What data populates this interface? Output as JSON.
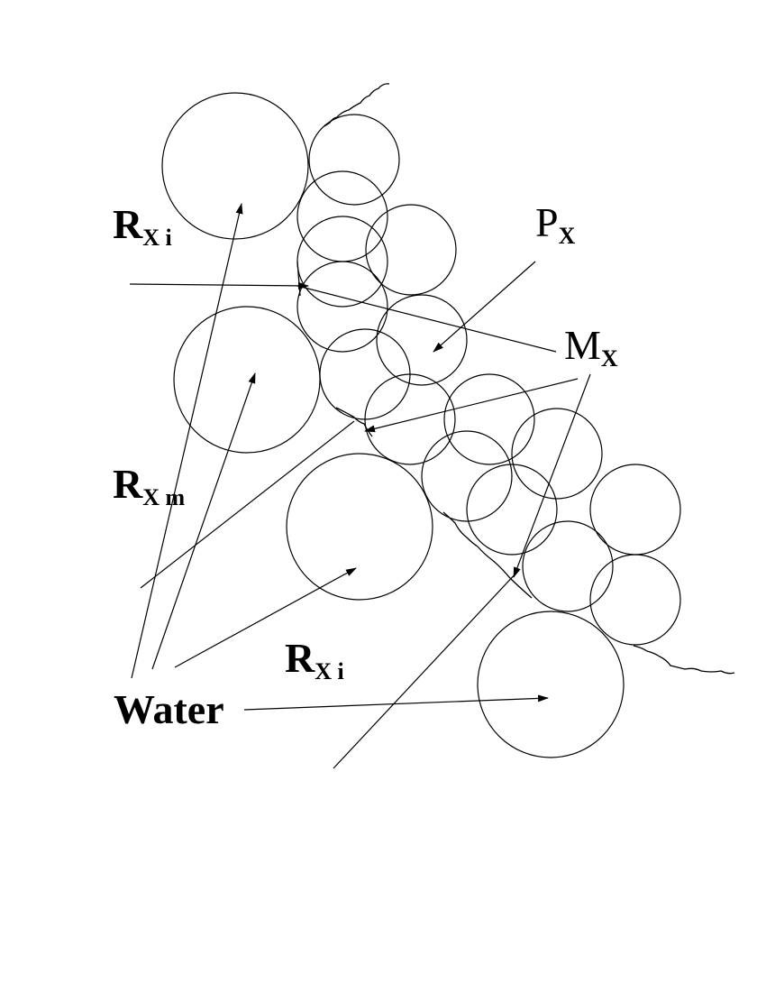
{
  "labels": {
    "r_xi_top": {
      "main": "R",
      "sub": "X i"
    },
    "p_x": {
      "main": "P",
      "sub": "X"
    },
    "m_x": {
      "main": "M",
      "sub": "X"
    },
    "r_xm": {
      "main": "R",
      "sub": "X m"
    },
    "r_xi_bottom": {
      "main": "R",
      "sub": "X i"
    },
    "water": "Water"
  },
  "colors": {
    "stroke": "#000000",
    "background": "#ffffff"
  }
}
